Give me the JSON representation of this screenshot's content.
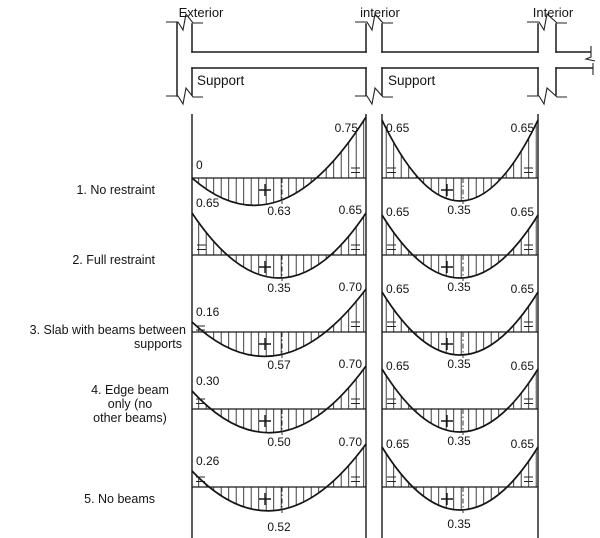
{
  "frame": {
    "columns": [
      {
        "label": "Exterior"
      },
      {
        "label": "interior"
      },
      {
        "label": "Interior"
      }
    ],
    "span_supports": [
      {
        "label": "Support"
      },
      {
        "label": "Support"
      }
    ]
  },
  "rows": [
    {
      "title_lines": [
        "1. No restraint"
      ],
      "left_span": {
        "start": "0",
        "mid": "0.63",
        "end": "0.75"
      },
      "right_span": {
        "start": "0.65",
        "mid": "0.35",
        "end": "0.65"
      }
    },
    {
      "title_lines": [
        "2. Full restraint"
      ],
      "left_span": {
        "start": "0.65",
        "mid": "0.35",
        "end": "0.65"
      },
      "right_span": {
        "start": "0.65",
        "mid": "0.35",
        "end": "0.65"
      }
    },
    {
      "title_lines": [
        "3. Slab with beams between",
        "supports"
      ],
      "left_span": {
        "start": "0.16",
        "mid": "0.57",
        "end": "0.70"
      },
      "right_span": {
        "start": "0.65",
        "mid": "0.35",
        "end": "0.65"
      }
    },
    {
      "title_lines": [
        "4. Edge beam",
        "only (no",
        "other beams)"
      ],
      "left_span": {
        "start": "0.30",
        "mid": "0.50",
        "end": "0.70"
      },
      "right_span": {
        "start": "0.65",
        "mid": "0.35",
        "end": "0.65"
      }
    },
    {
      "title_lines": [
        "5. No beams"
      ],
      "left_span": {
        "start": "0.26",
        "mid": "0.52",
        "end": "0.70"
      },
      "right_span": {
        "start": "0.65",
        "mid": "0.35",
        "end": "0.65"
      }
    }
  ],
  "colors": {
    "line_ink": "#1b1b1b",
    "background": "#ffffff"
  }
}
